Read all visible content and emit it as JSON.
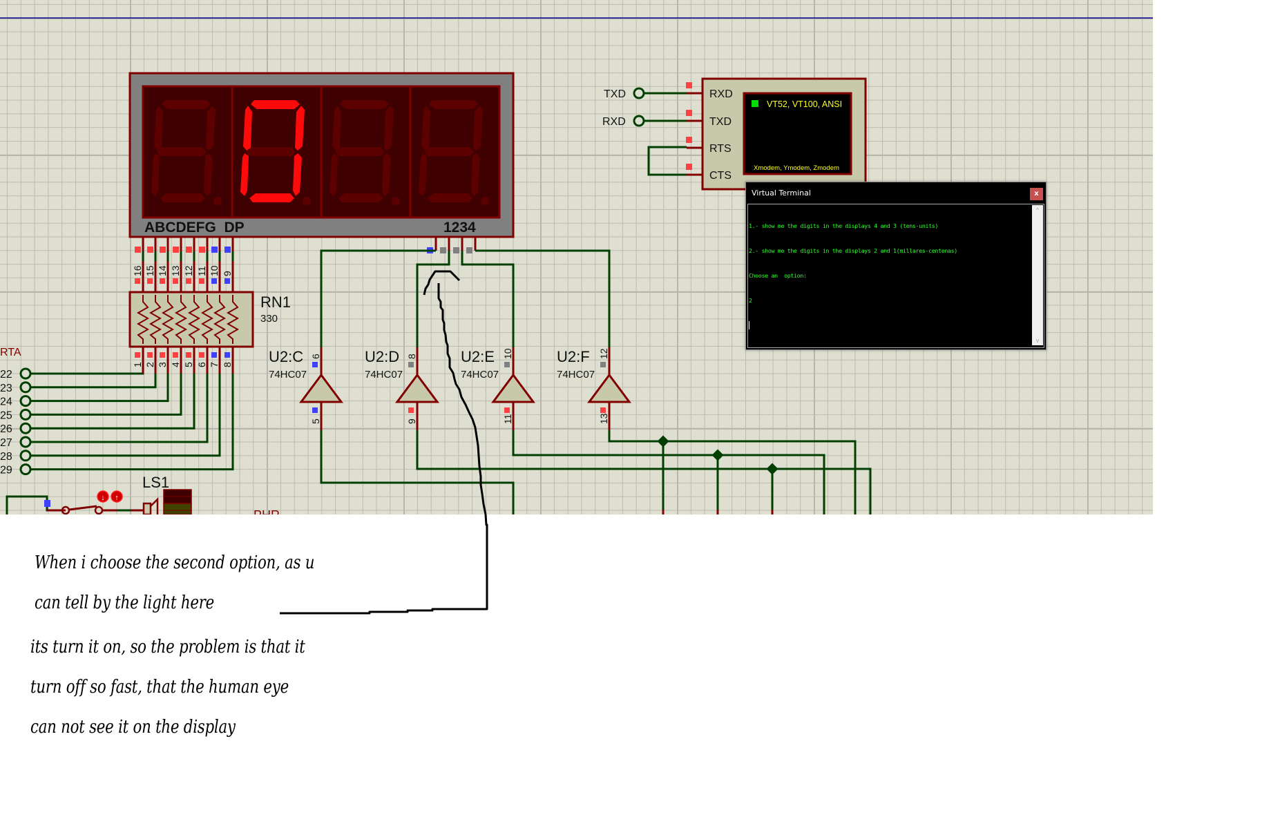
{
  "schematic": {
    "display": {
      "segment_label": "ABCDEFG  DP",
      "digit_label": "1234",
      "digits_lit": [
        false,
        true,
        false,
        false
      ],
      "lit_digit_value": "0",
      "colors": {
        "lit": "#ff0a0a",
        "unlit": "#5c0000",
        "panel": "#3e0000",
        "frame": "#808080",
        "border": "#800000"
      }
    },
    "display_pins": {
      "segment_states": [
        "high",
        "high",
        "high",
        "high",
        "high",
        "high",
        "low",
        "low"
      ],
      "digit_states": [
        "low",
        "off",
        "off",
        "off"
      ]
    },
    "resistor_network": {
      "ref": "RN1",
      "value": "330",
      "top_pins": [
        "16",
        "15",
        "14",
        "13",
        "12",
        "11",
        "10",
        "9"
      ],
      "bottom_pins": [
        "1",
        "2",
        "3",
        "4",
        "5",
        "6",
        "7",
        "8"
      ]
    },
    "port": {
      "label_fragment": "RTA",
      "pins": [
        "22",
        "23",
        "24",
        "25",
        "26",
        "27",
        "28",
        "29"
      ]
    },
    "buffers": [
      {
        "ref": "U2:C",
        "part": "74HC07",
        "in_pin": "5",
        "out_pin": "6",
        "in_state": "low",
        "out_state": "low"
      },
      {
        "ref": "U2:D",
        "part": "74HC07",
        "in_pin": "9",
        "out_pin": "8",
        "in_state": "high",
        "out_state": "off"
      },
      {
        "ref": "U2:E",
        "part": "74HC07",
        "in_pin": "11",
        "out_pin": "10",
        "in_state": "high",
        "out_state": "off"
      },
      {
        "ref": "U2:F",
        "part": "74HC07",
        "in_pin": "13",
        "out_pin": "12",
        "in_state": "high",
        "out_state": "off"
      }
    ],
    "speaker": {
      "ref": "LS1"
    },
    "partial_label": "PHR",
    "terminal_component": {
      "pins": [
        "RXD",
        "TXD",
        "RTS",
        "CTS"
      ],
      "net_labels": [
        "TXD",
        "RXD"
      ],
      "screen_top": "VT52, VT100, ANSI",
      "screen_bottom": "Xmodem, Ymodem, Zmodem"
    },
    "pin_colors": {
      "high": "#ff4040",
      "low": "#4040ff",
      "off": "#808080"
    },
    "wire_color": "#003f00",
    "body_color": "#c8c8aa"
  },
  "virtual_terminal": {
    "title": "Virtual Terminal",
    "close_label": "x",
    "lines": [
      "1.- show me the digits in the displays 4 and 3 (tens-units)",
      "2.- show me the digits in the displays 2 and 1(millares-centenas)",
      "Choose an  option:",
      "2"
    ],
    "scroll_up": "^",
    "scroll_down": "v"
  },
  "annotation": {
    "lines": [
      "When i choose the second option, as u",
      "can tell by the light here",
      "its turn it on, so the problem is that it",
      "turn off so fast, that the human eye",
      "can not see it on the display"
    ]
  }
}
